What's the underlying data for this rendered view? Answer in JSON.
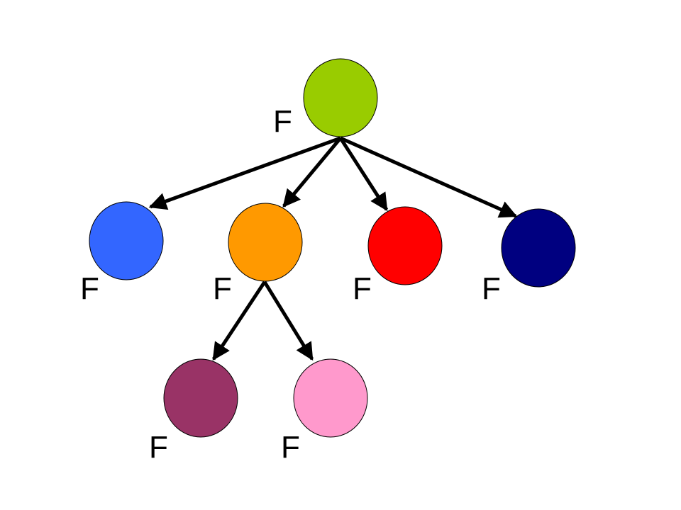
{
  "diagram": {
    "nodes": [
      {
        "id": "root",
        "label": "F",
        "color": "#99CC00"
      },
      {
        "id": "child-1",
        "label": "F",
        "color": "#3366FF"
      },
      {
        "id": "child-2",
        "label": "F",
        "color": "#FF9900"
      },
      {
        "id": "child-3",
        "label": "F",
        "color": "#FF0000"
      },
      {
        "id": "child-4",
        "label": "F",
        "color": "#000080"
      },
      {
        "id": "grandchild-1",
        "label": "F",
        "color": "#993366"
      },
      {
        "id": "grandchild-2",
        "label": "F",
        "color": "#FF99CC"
      }
    ],
    "edges": [
      {
        "from": "root",
        "to": "child-1"
      },
      {
        "from": "root",
        "to": "child-2"
      },
      {
        "from": "root",
        "to": "child-3"
      },
      {
        "from": "root",
        "to": "child-4"
      },
      {
        "from": "child-2",
        "to": "grandchild-1"
      },
      {
        "from": "child-2",
        "to": "grandchild-2"
      }
    ],
    "edge_color": "#000000"
  }
}
